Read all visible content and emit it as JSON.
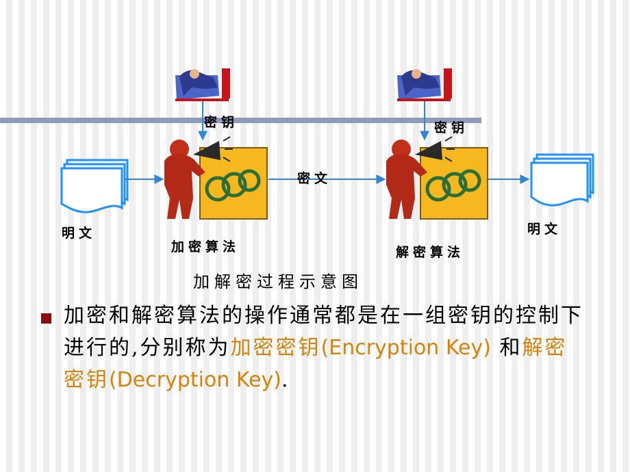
{
  "diagram": {
    "key_label_left": "密钥",
    "key_label_right": "密钥",
    "ciphertext_label": "密文",
    "plaintext_left_label": "明文",
    "plaintext_right_label": "明文",
    "encrypt_algorithm_label": "加密算法",
    "decrypt_algorithm_label": "解密算法",
    "caption": "加解密过程示意图"
  },
  "bullet": {
    "text_1": "加密和解密算法的操作通常都是在一组密钥的控制下进行的,分别称为",
    "highlight_1": "加密密钥",
    "highlight_1_en": "(Encryption Key)",
    "text_2": " 和",
    "highlight_2": "解密密钥",
    "highlight_2_en": "(Decryption Key)",
    "text_3": "."
  },
  "colors": {
    "arrow": "#2f86d6",
    "document": "#1e90ff",
    "highlight": "#d6820a",
    "bullet": "#8b0d12",
    "bar": "#8e9bb9"
  }
}
